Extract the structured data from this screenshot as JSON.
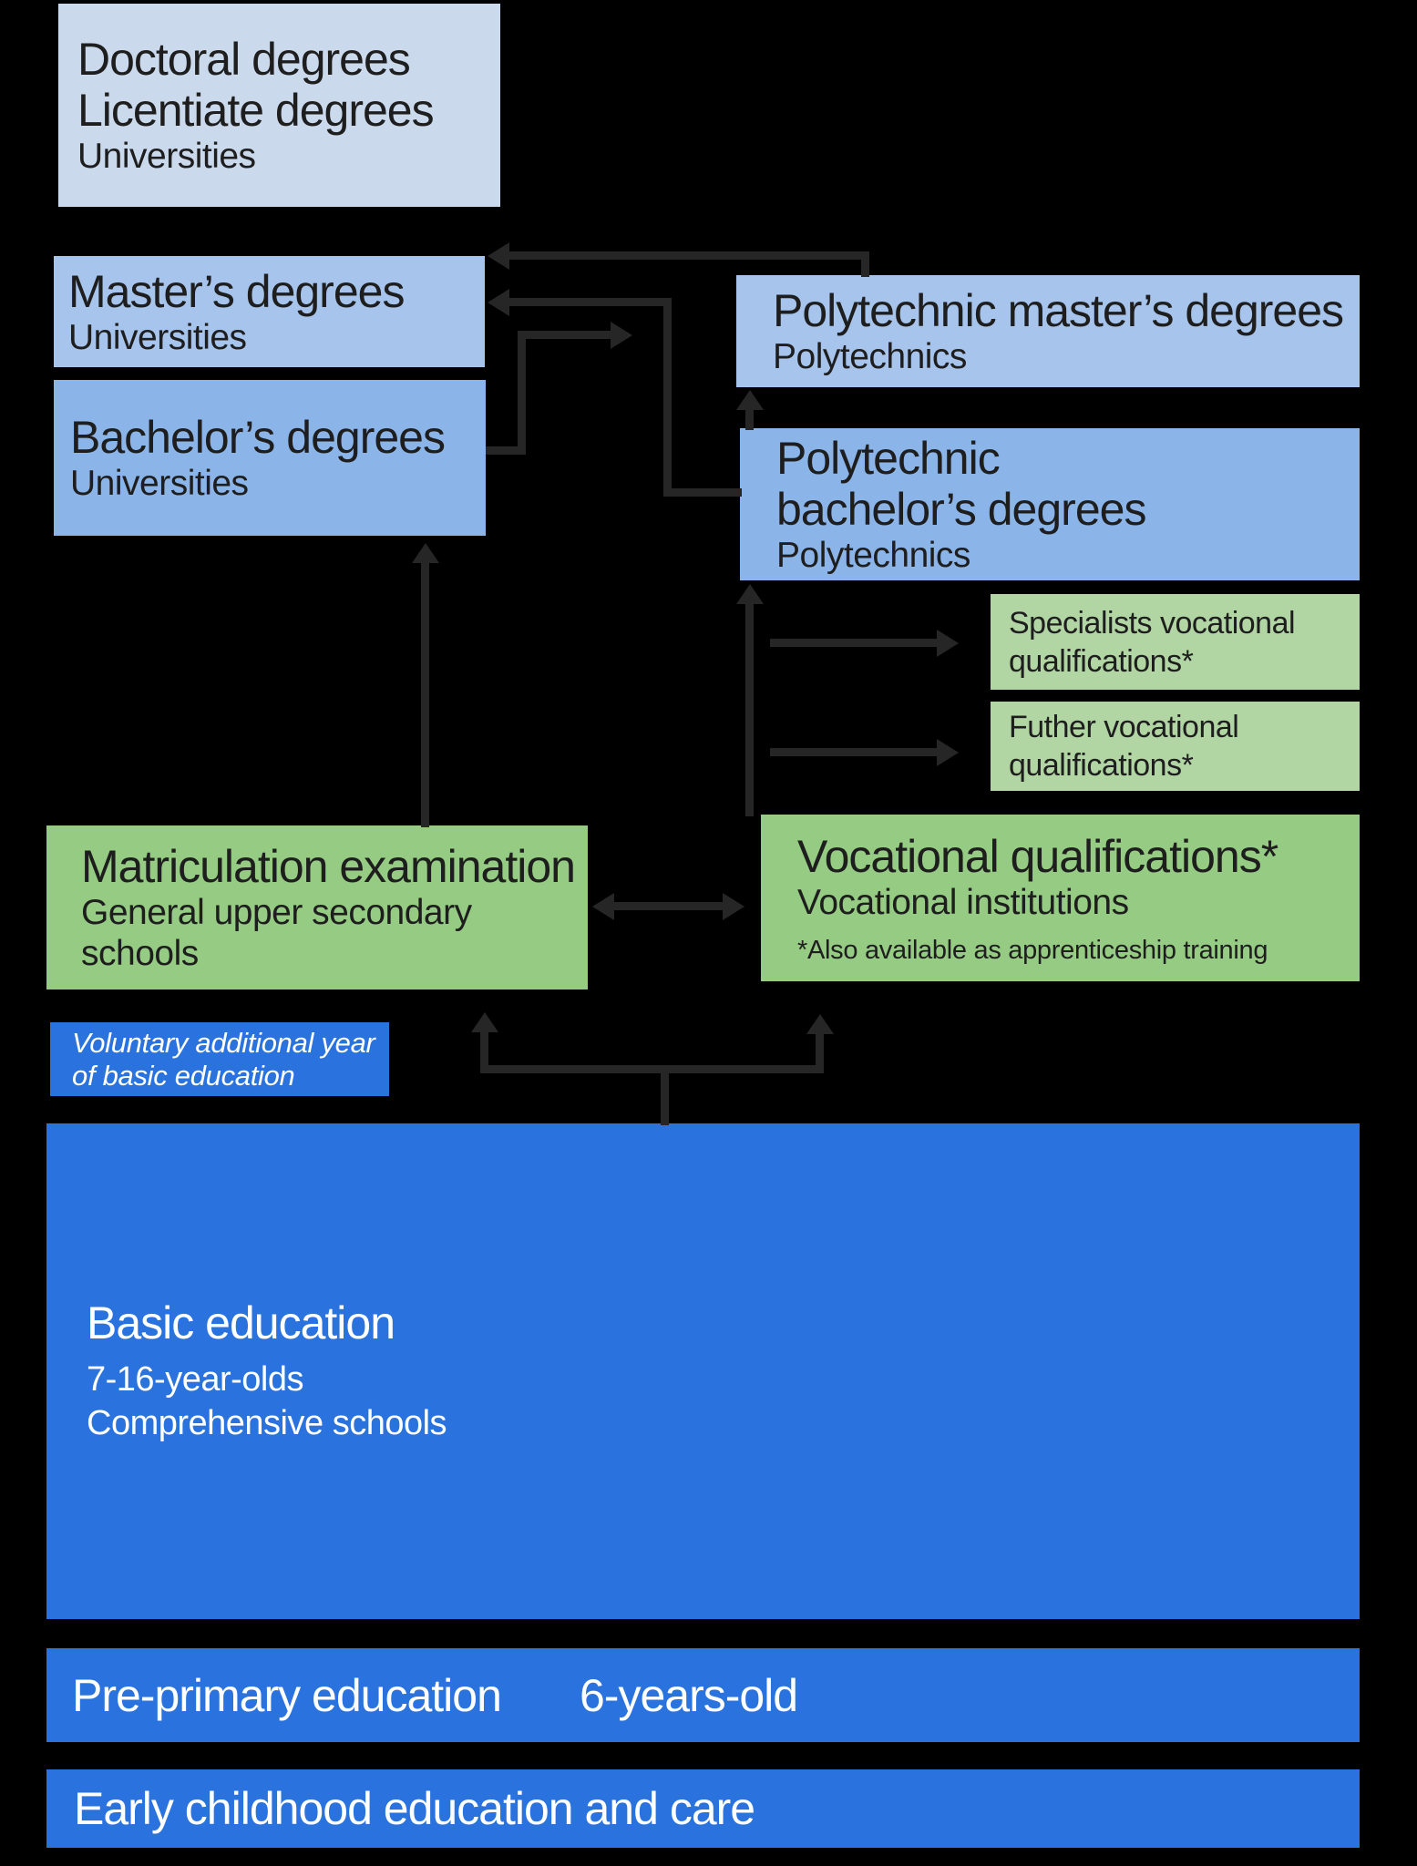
{
  "title": "Finnish education system diagram",
  "colors": {
    "background": "#000000",
    "arrow": "#262626",
    "box_light_blue": "#cbd9ed",
    "box_mid_blue": "#a6c4ec",
    "box_deep_blue": "#8bb4e9",
    "box_green": "#95cb83",
    "box_light_green": "#b2d5a4",
    "box_brand_blue": "#2a73de",
    "text_dark": "#1e1e1e",
    "text_light": "#ffffff"
  },
  "nodes": {
    "doctoral": {
      "line1": "Doctoral degrees",
      "line2": "Licentiate degrees",
      "institution": "Universities"
    },
    "masters": {
      "line1": "Master’s degrees",
      "institution": "Universities"
    },
    "bachelors": {
      "line1": "Bachelor’s degrees",
      "institution": "Universities"
    },
    "poly_masters": {
      "line1": "Polytechnic master’s degrees",
      "institution": "Polytechnics"
    },
    "poly_bachelors": {
      "line1": "Polytechnic",
      "line2": "bachelor’s degrees",
      "institution": "Polytechnics"
    },
    "specialists": {
      "line1": "Specialists vocational",
      "line2": "qualifications*"
    },
    "futher": {
      "line1": "Futher vocational",
      "line2": "qualifications*"
    },
    "matriculation": {
      "line1": "Matriculation examination",
      "line2": "General upper secondary",
      "line3": "schools"
    },
    "vocational": {
      "line1": "Vocational qualifications*",
      "line2": "Vocational institutions",
      "note": "*Also available as apprenticeship training"
    },
    "voluntary": {
      "line1": "Voluntary additional year",
      "line2": "of basic education"
    },
    "basic": {
      "line1": "Basic education",
      "line2": "7-16-year-olds",
      "line3": "Comprehensive schools"
    },
    "preprimary": {
      "line1": "Pre-primary education",
      "age": "6-years-old"
    },
    "early": {
      "line1": "Early childhood education and care"
    }
  }
}
